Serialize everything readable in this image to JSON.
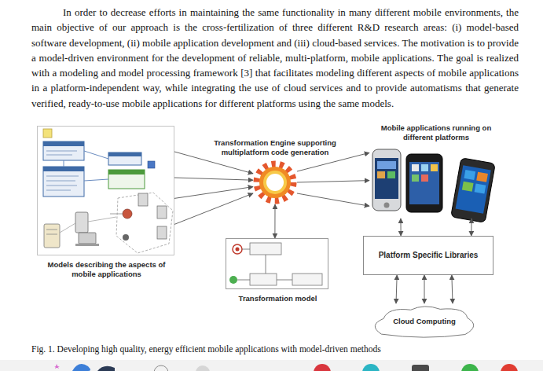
{
  "diagram": {
    "caption": "Fig. 1. Developing high quality, energy efficient mobile applications with model-driven methods",
    "nodes": [
      {
        "text": [
          "Models describing the aspects of mobile applications"
        ]
      },
      {
        "text": [
          "Transformation Engine supporting multiplatform code generation"
        ]
      },
      {
        "text": [
          "Mobile applications running on different platforms"
        ]
      },
      {
        "text": [
          "Transformation model"
        ]
      },
      {
        "text": [
          "Platform Specific Libraries"
        ]
      },
      {
        "text": [
          "Cloud Computing"
        ]
      }
    ],
    "edges": [
      {
        "from": 0,
        "to": 1,
        "arrow": "to"
      },
      {
        "from": 0,
        "to": 1,
        "arrow": "to"
      },
      {
        "from": 0,
        "to": 1,
        "arrow": "to"
      },
      {
        "from": 0,
        "to": 1,
        "arrow": "to"
      },
      {
        "from": 1,
        "to": 2,
        "arrow": "to"
      },
      {
        "from": 1,
        "to": 2,
        "arrow": "to"
      },
      {
        "from": 1,
        "to": 2,
        "arrow": "to"
      },
      {
        "from": 1,
        "to": 3,
        "arrow": "both"
      },
      {
        "from": 2,
        "to": 4,
        "arrow": "both"
      },
      {
        "from": 2,
        "to": 4,
        "arrow": "both"
      },
      {
        "from": 4,
        "to": 5,
        "arrow": "both"
      },
      {
        "from": 4,
        "to": 5,
        "arrow": "both"
      },
      {
        "from": 4,
        "to": 5,
        "arrow": "both"
      }
    ],
    "labels": [
      "In order to decrease efforts in maintaining the same functionality in many different mobile environments, the main objective of our approach is the cross-fertilization of three different R&D research areas: (i) model-based software development, (ii) mobile application development and (iii) cloud-based services. The motivation is to provide a model-driven environment for the development of reliable, multi-platform, mobile applications. The goal is realized with a modeling and model processing framework [3] that facilitates modeling different aspects of mobile applications in a platform-independent way, while integrating the use of cloud services and to provide automatisms that generate verified, ready-to-use mobile applications for different platforms using the same models."
    ]
  }
}
